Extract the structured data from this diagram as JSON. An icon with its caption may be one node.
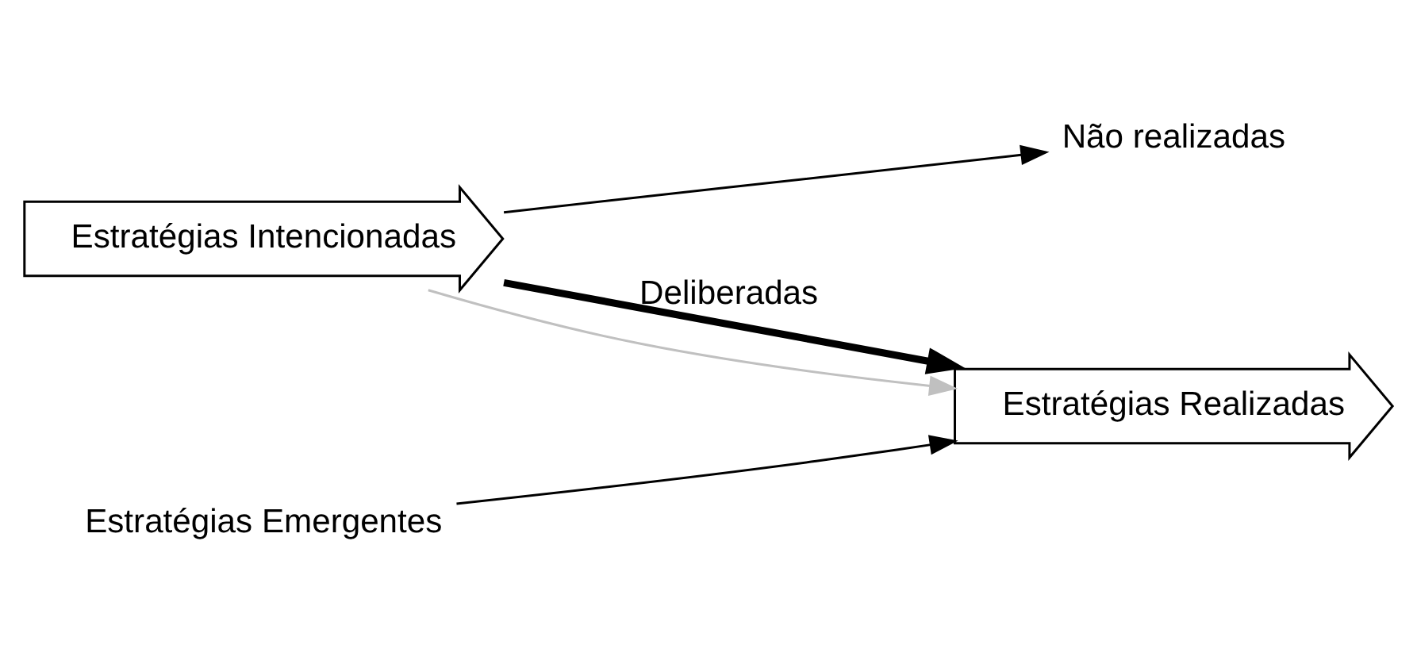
{
  "diagram": {
    "nodes": [
      {
        "text": [
          "Estratégias Intencionadas"
        ]
      },
      {
        "text": [
          "Estratégias Realizadas"
        ]
      },
      {
        "text": [
          "Não realizadas"
        ]
      },
      {
        "text": [
          "Estratégias Emergentes"
        ]
      }
    ],
    "edges": [
      {
        "from": 0,
        "to": 1,
        "arrow": "to",
        "label": "Deliberadas",
        "style": "thick"
      },
      {
        "from": 0,
        "to": 1,
        "arrow": "to",
        "color": "#c0c0c0"
      },
      {
        "from": 0,
        "to": 2,
        "arrow": "to"
      },
      {
        "from": 3,
        "to": 1,
        "arrow": "to"
      }
    ]
  }
}
